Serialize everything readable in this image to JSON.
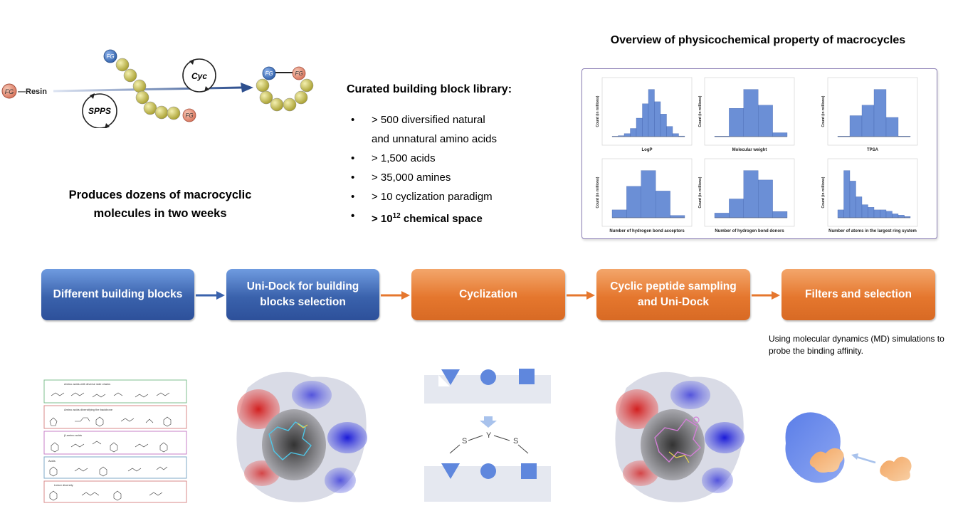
{
  "synthesis_diagram": {
    "fg_label": "FG",
    "resin_label": "—Resin",
    "spps_label": "SPPS",
    "cyc_label": "Cyc"
  },
  "produces_text": "Produces dozens of macrocyclic molecules in two weeks",
  "library": {
    "title": "Curated building block library:",
    "items": [
      "> 500 diversified natural",
      "and unnatural amino acids",
      "> 1,500 acids",
      "> 35,000 amines",
      "> 10 cyclization paradigm"
    ],
    "chem_space_prefix": "> 10",
    "chem_space_sup": "12",
    "chem_space_suffix": " chemical space"
  },
  "overview_title": "Overview of physicochemical property of macrocycles",
  "histogram_ylabel": "Count (in millions)",
  "chart_data": [
    {
      "type": "bar",
      "xlabel": "LogP",
      "ylabel": "Count (in millions)",
      "values": [
        0.2,
        0.5,
        1.5,
        4,
        9,
        16,
        23,
        17,
        11,
        5,
        1.5,
        0.3
      ]
    },
    {
      "type": "bar",
      "xlabel": "Molecular weight",
      "ylabel": "Count (in millions)",
      "values": [
        0.3,
        18,
        30,
        20,
        2.5
      ]
    },
    {
      "type": "bar",
      "xlabel": "TPSA",
      "ylabel": "Count (in millions)",
      "values": [
        0.3,
        12,
        18,
        27,
        11,
        0.3
      ]
    },
    {
      "type": "bar",
      "xlabel": "Number of hydrogen bond acceptors",
      "ylabel": "Count (in millions)",
      "values": [
        5,
        20,
        30,
        17,
        1.5
      ]
    },
    {
      "type": "bar",
      "xlabel": "Number of hydrogen bond donors",
      "ylabel": "Count (in millions)",
      "values": [
        3,
        12,
        30,
        24,
        4
      ]
    },
    {
      "type": "bar",
      "xlabel": "Number of atoms in the largest ring system",
      "ylabel": "Count (in millions)",
      "values": [
        3,
        18,
        14,
        8,
        5,
        4,
        3,
        3,
        2.5,
        1.5,
        1,
        0.5
      ]
    }
  ],
  "steps": [
    {
      "label": "Different building blocks"
    },
    {
      "label": "Uni-Dock for building blocks selection"
    },
    {
      "label": "Cyclization"
    },
    {
      "label": "Cyclic peptide sampling and Uni-Dock"
    },
    {
      "label": "Filters and selection"
    }
  ],
  "md_note": "Using molecular dynamics (MD) simulations to probe the binding affinity.",
  "building_block_panels": [
    "Amino acids with diverse side chains",
    "Amino acids diversifying the backbone",
    "β-amino acids",
    "Acids",
    "Linker diversity"
  ],
  "cyclization_labels": {
    "s_left": "S",
    "y": "Y",
    "s_right": "S"
  },
  "colors": {
    "blue_step": "#3a62ac",
    "orange_step": "#e5772e",
    "bar_blue": "#6b8fd6",
    "bead": "#c9c25a"
  }
}
